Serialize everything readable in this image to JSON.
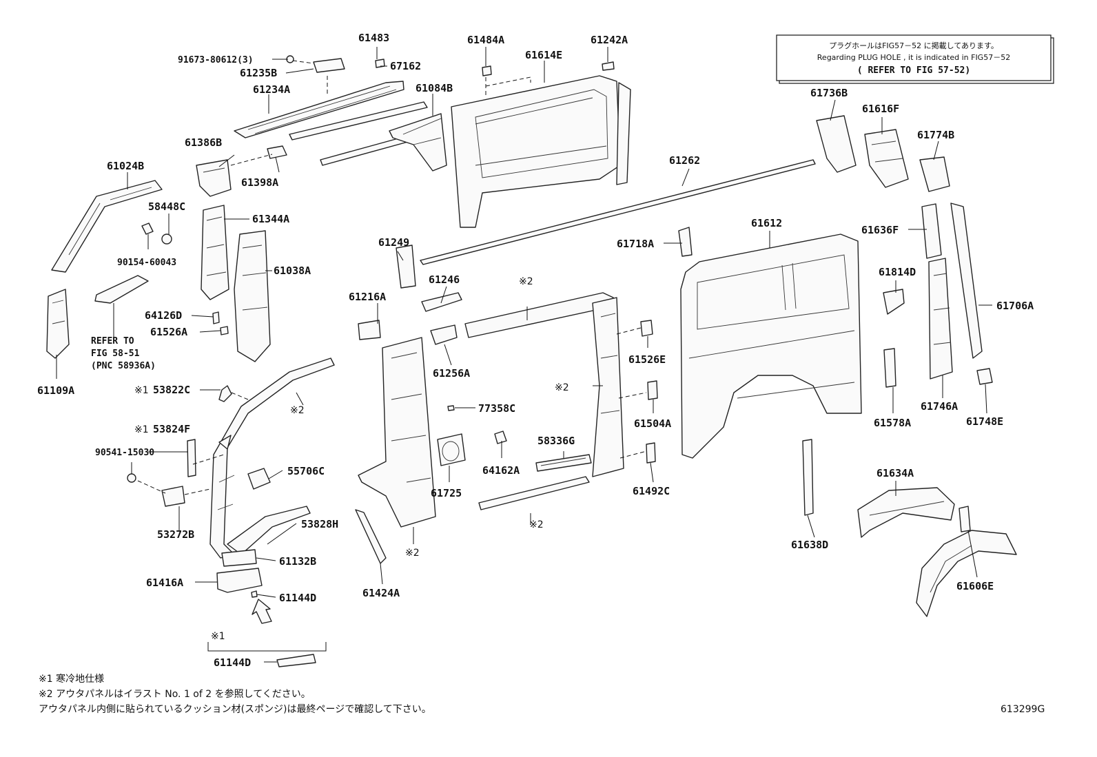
{
  "notice": {
    "line1": "プラグホールはFIG57－52 に掲載してあります。",
    "line2": "Regarding PLUG HOLE , it is indicated in FIG57－52",
    "line3": "( REFER TO FIG 57-52)"
  },
  "labels": {
    "p91673": "91673-80612(3)",
    "p61235B": "61235B",
    "p61234A": "61234A",
    "p61483": "61483",
    "p67162": "67162",
    "p61084B": "61084B",
    "p61484A": "61484A",
    "p61614E": "61614E",
    "p61242A": "61242A",
    "p61386B": "61386B",
    "p61398A": "61398A",
    "p61024B": "61024B",
    "p58448C": "58448C",
    "p61344A": "61344A",
    "p90154": "90154-60043",
    "p61038A": "61038A",
    "p64126D": "64126D",
    "p61526A": "61526A",
    "p61109A": "61109A",
    "p61262": "61262",
    "p61736B": "61736B",
    "p61616F": "61616F",
    "p61774B": "61774B",
    "p61612": "61612",
    "p61636F": "61636F",
    "p61718A": "61718A",
    "p61249": "61249",
    "p61246": "61246",
    "p61216A": "61216A",
    "p61256A": "61256A",
    "p61526E": "61526E",
    "p61504A": "61504A",
    "p61814D": "61814D",
    "p61706A": "61706A",
    "p61746A": "61746A",
    "p61748E": "61748E",
    "p61578A": "61578A",
    "p53822C": "53822C",
    "p53824F": "53824F",
    "p90541": "90541-15030",
    "p55706C": "55706C",
    "p53272B": "53272B",
    "p53828H": "53828H",
    "p61132B": "61132B",
    "p61416A": "61416A",
    "p61144D_a": "61144D",
    "p61144D_b": "61144D",
    "p77358C": "77358C",
    "p64162A": "64162A",
    "p58336G": "58336G",
    "p61725": "61725",
    "p61492C": "61492C",
    "p61424A": "61424A",
    "p61638D": "61638D",
    "p61634A": "61634A",
    "p61606E": "61606E"
  },
  "marks": {
    "k1": "※1",
    "k2": "※2",
    "k1_a": "※1",
    "k1_b": "※1"
  },
  "refer": {
    "line1": "REFER TO",
    "line2": "FIG 58-51",
    "line3": "(PNC 58936A)"
  },
  "footnotes": {
    "n1": "※1 寒冷地仕様",
    "n2": "※2 アウタパネルはイラスト No. 1 of 2 を参照してください。",
    "n3": "アウタパネル内側に貼られているクッション材(スポンジ)は最終ページで確認して下さい。"
  },
  "figure_id": "613299G"
}
